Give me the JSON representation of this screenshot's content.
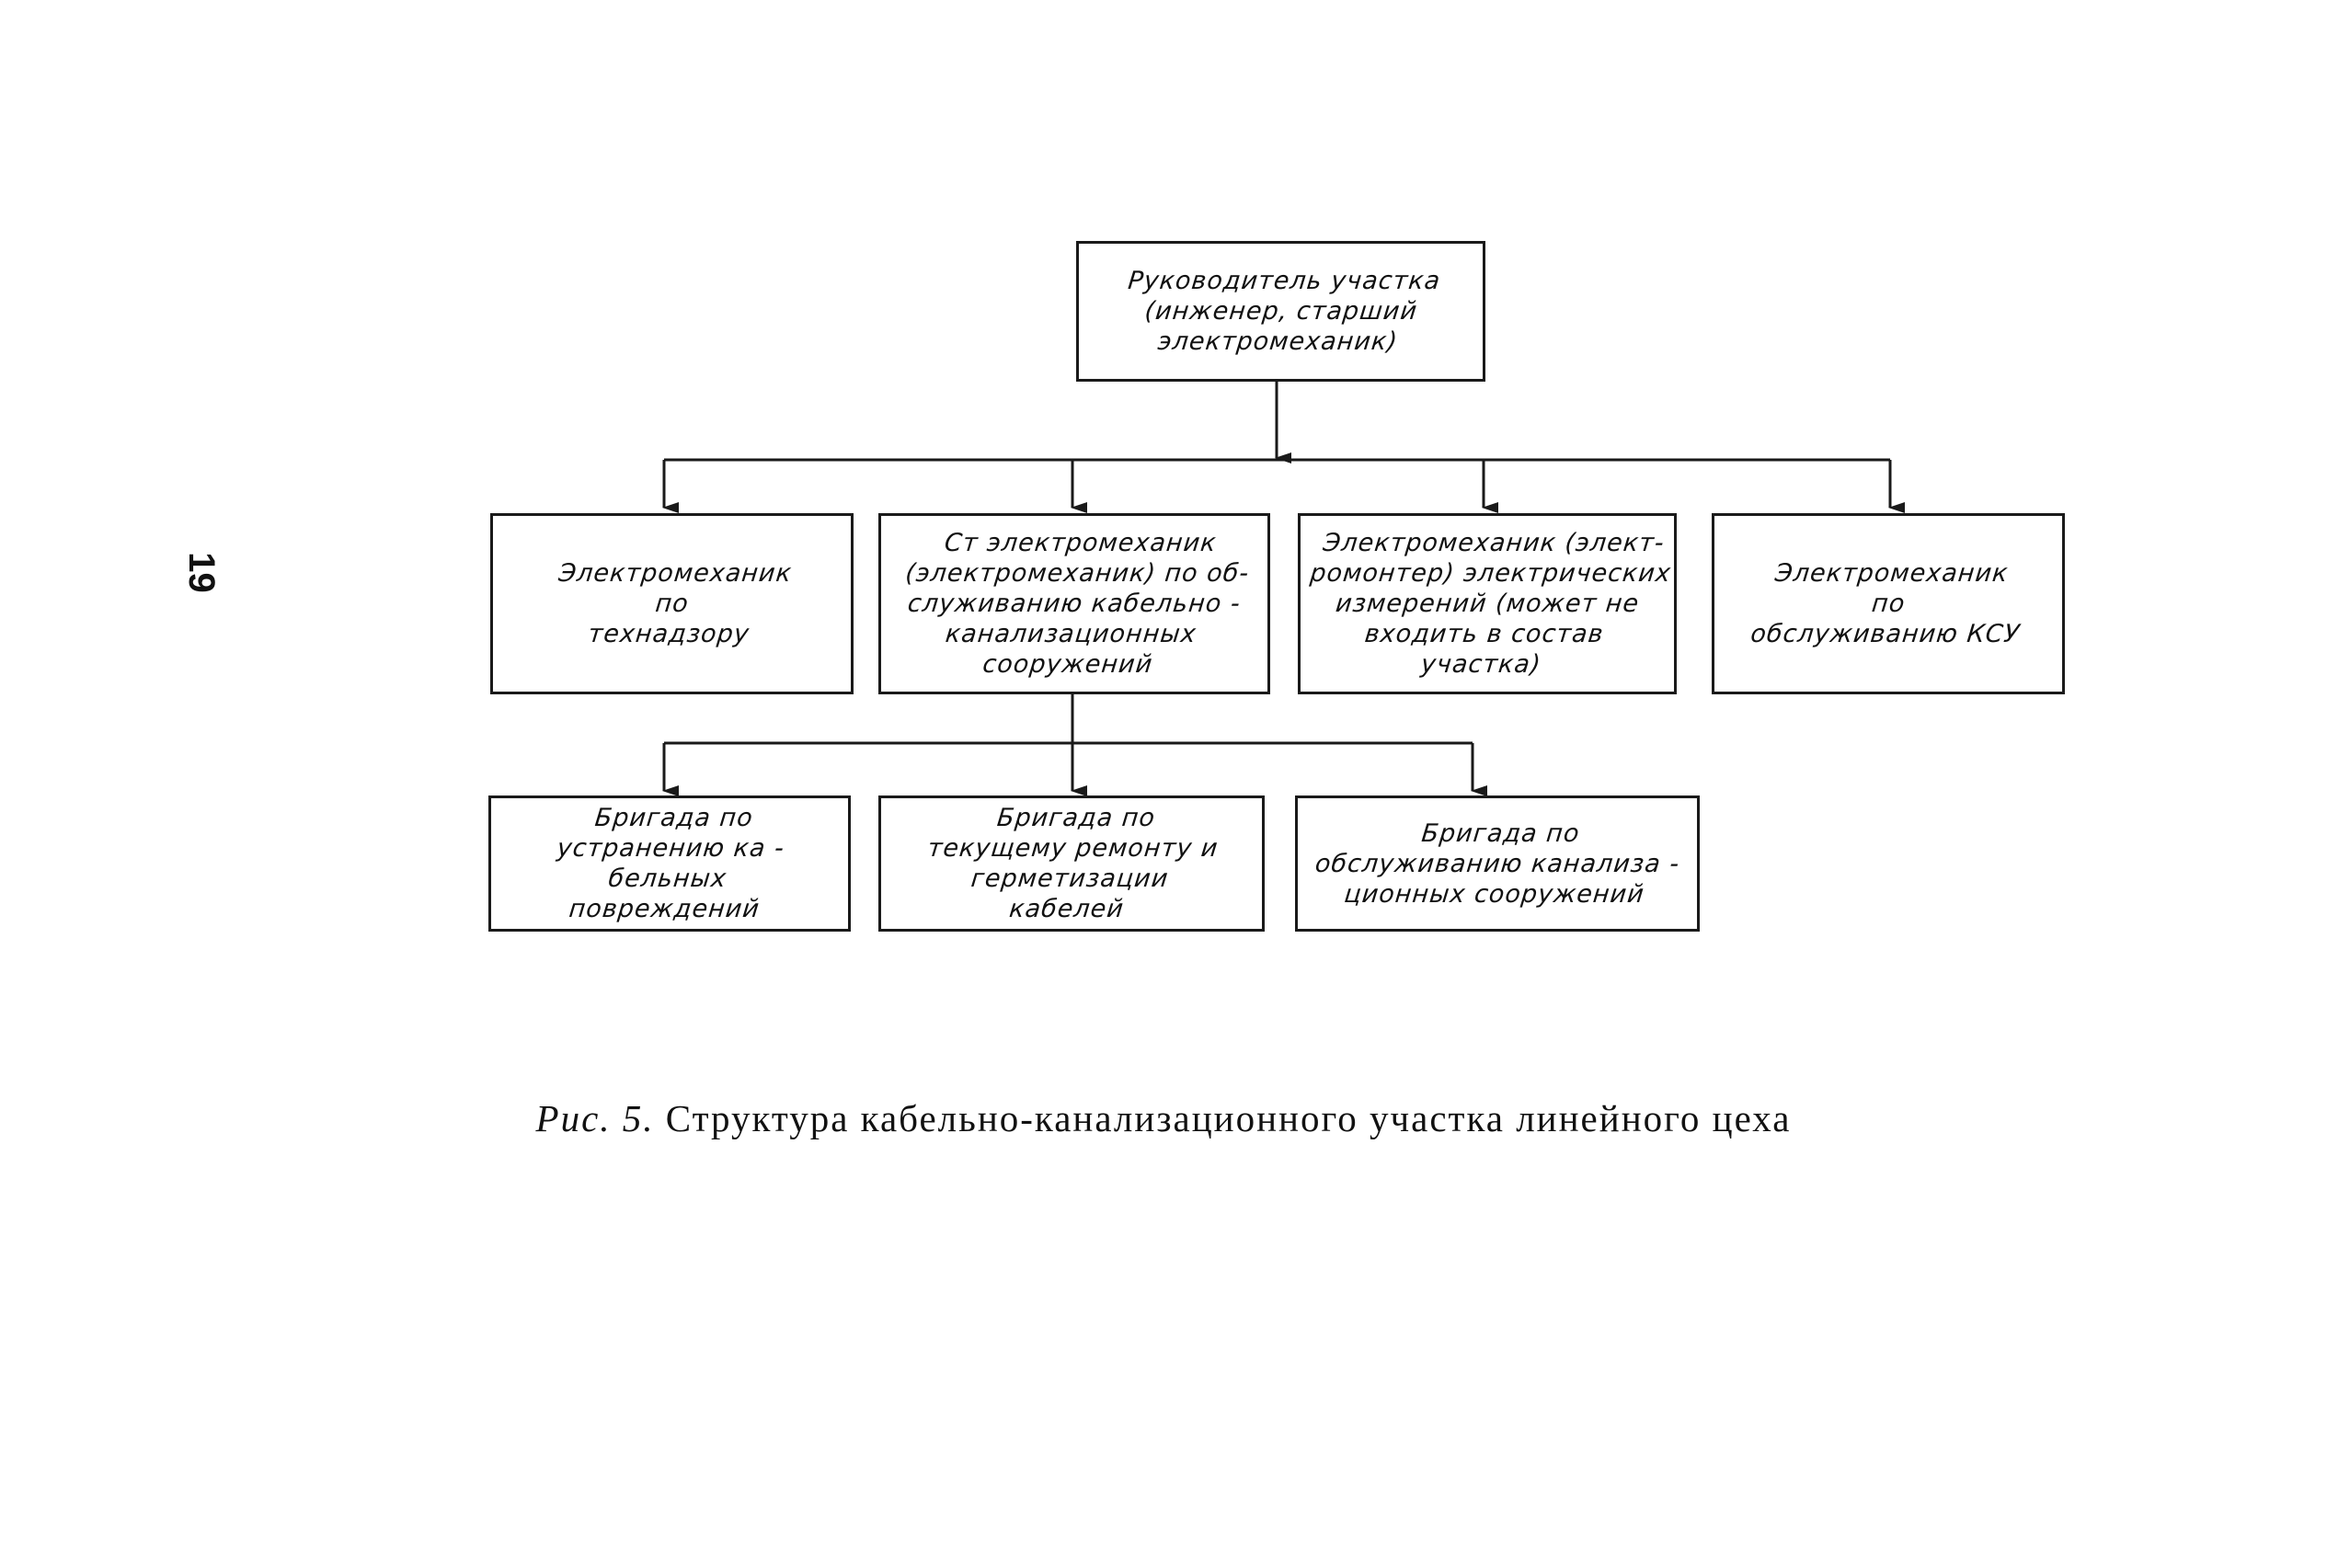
{
  "page_number": "19",
  "diagram": {
    "root": "Руководитель участка\n(инженер, старший\nэлектромеханик)",
    "level2": [
      "Электромеханик\nпо\nтехнадзору",
      "Ст электромеханик\n(электромеханик) по об-\nслуживанию кабельно -\nканализационных\nсооружений",
      "Электромеханик (элект-\nромонтер) электрических\nизмерений (может не\nвходить в состав\nучастка)",
      "Электромеханик\nпо\nобслуживанию КСУ"
    ],
    "level3": [
      "Бригада по\nустранению ка -\nбельных\nповреждений",
      "Бригада по\nтекущему ремонту и\nгерметизации\nкабелей",
      "Бригада по\nобслуживанию канализа -\nционных сооружений"
    ]
  },
  "caption": {
    "label": "Рис. 5.",
    "text": " Структура кабельно-канализационного участка линейного цеха"
  }
}
